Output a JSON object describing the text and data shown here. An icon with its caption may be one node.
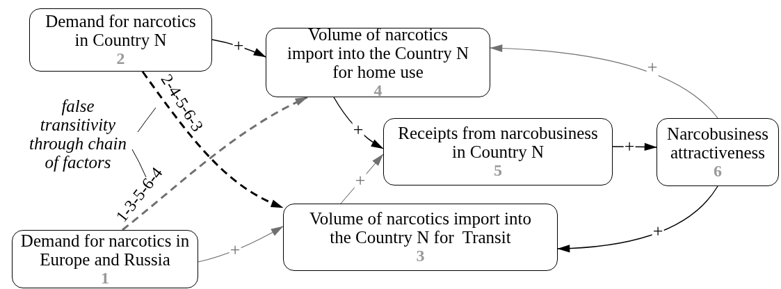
{
  "diagram": {
    "nodes": [
      {
        "text": [
          "Demand for narcotics in Country N",
          "2"
        ]
      },
      {
        "text": [
          "Volume of narcotics import into the Country N for home use",
          "4"
        ]
      },
      {
        "text": [
          "Receipts from narcobusiness in Country N",
          "5"
        ]
      },
      {
        "text": [
          "Narcobusiness attractiveness",
          "6"
        ]
      },
      {
        "text": [
          "Volume of narcotics import into the Country N for  Transit",
          "3"
        ]
      },
      {
        "text": [
          "Demand for narcotics in Europe and Russia",
          "1"
        ]
      },
      {
        "text": [
          "false transitivity through chain of factors"
        ]
      }
    ],
    "edges": [
      {
        "from": 0,
        "to": 1,
        "arrow": "to",
        "label": "+"
      },
      {
        "from": 0,
        "to": 4,
        "arrow": "to",
        "label": "2-4-5-6-3",
        "style": "dashed"
      },
      {
        "from": 5,
        "to": 1,
        "arrow": "to",
        "label": "1-3-5-6-4",
        "style": "dashed",
        "color": "#707070"
      },
      {
        "from": 5,
        "to": 4,
        "arrow": "to",
        "label": "+",
        "color": "#707070"
      },
      {
        "from": 1,
        "to": 2,
        "arrow": "to",
        "label": "+"
      },
      {
        "from": 4,
        "to": 2,
        "arrow": "to",
        "label": "+",
        "color": "#707070"
      },
      {
        "from": 2,
        "to": 3,
        "arrow": "to",
        "label": "+"
      },
      {
        "from": 3,
        "to": 1,
        "arrow": "to",
        "label": "+",
        "color": "#707070"
      },
      {
        "from": 3,
        "to": 4,
        "arrow": "to",
        "label": "+"
      },
      {
        "from": 6,
        "to": null,
        "arrow": "none"
      },
      {
        "from": 6,
        "to": null,
        "arrow": "none"
      }
    ]
  }
}
